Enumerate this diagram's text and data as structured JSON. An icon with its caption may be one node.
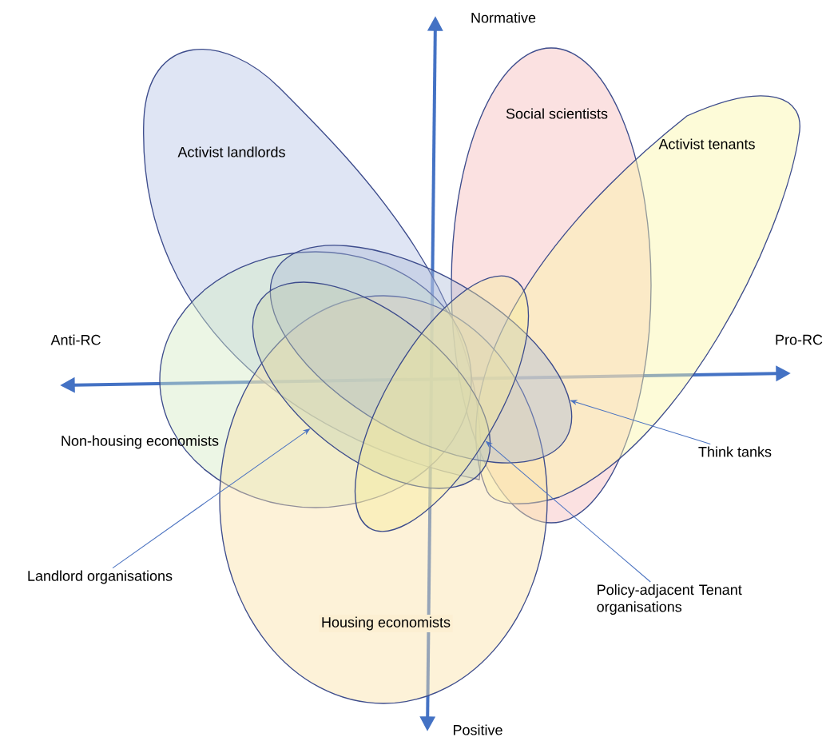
{
  "diagram": {
    "nodes": [
      {
        "text": [
          "Activist landlords"
        ]
      },
      {
        "text": [
          "Social scientists"
        ]
      },
      {
        "text": [
          "Activist tenants"
        ]
      },
      {
        "text": [
          "Non-housing economists"
        ]
      },
      {
        "text": [
          "Housing economists"
        ]
      },
      {
        "text": [],
        "shape": "ellipse"
      },
      {
        "text": [],
        "shape": "ellipse"
      },
      {
        "text": [],
        "shape": "ellipse"
      },
      {
        "text": [
          "Think tanks"
        ]
      },
      {
        "text": [
          "Landlord organisations"
        ]
      },
      {
        "text": [
          "Policy-adjacent Tenant organisations"
        ]
      }
    ],
    "edges": [
      {
        "from": 8,
        "to": 5,
        "arrow": "to"
      },
      {
        "from": 9,
        "to": 6,
        "arrow": "to"
      },
      {
        "from": 10,
        "to": 7,
        "arrow": "to"
      }
    ],
    "labels": [
      "Normative",
      "Anti-RC",
      "Pro-RC",
      "Positive"
    ]
  }
}
